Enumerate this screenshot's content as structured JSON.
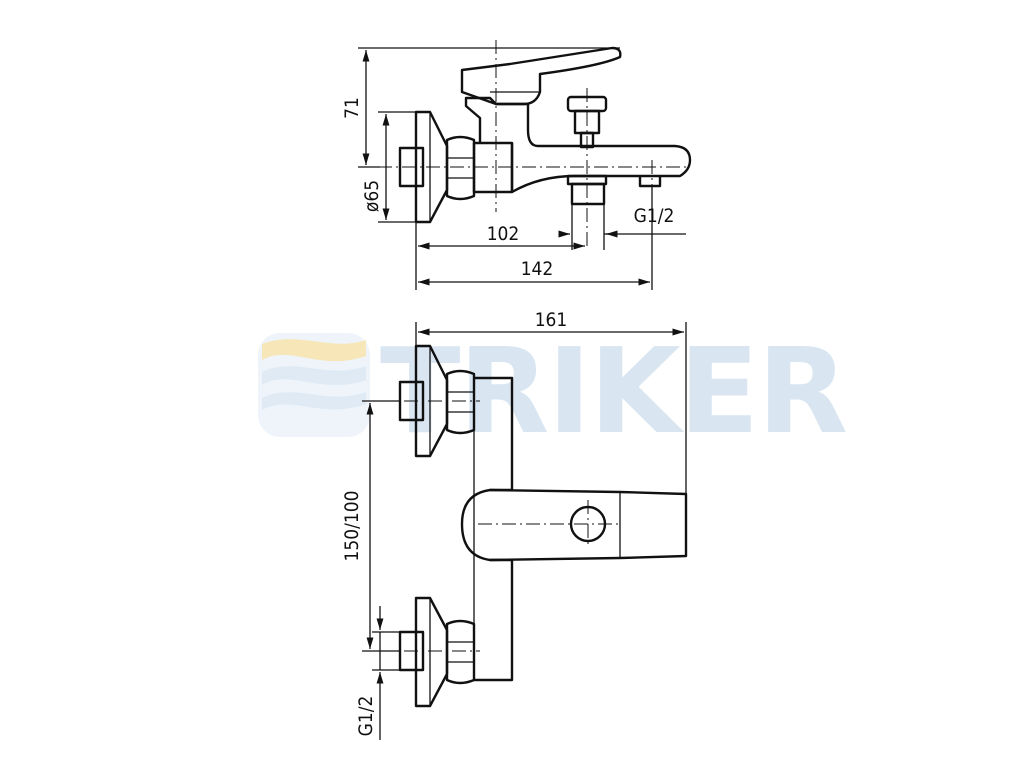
{
  "watermark": {
    "text": "TRIKER",
    "color": "#d9e6f2",
    "accent": "#f7e7b8"
  },
  "dimensions": {
    "height_71": "71",
    "diameter_65": "ø65",
    "length_102": "102",
    "length_142": "142",
    "thread_side": "G1/2",
    "width_161": "161",
    "spacing": "150/100",
    "thread_bottom": "G1/2"
  }
}
